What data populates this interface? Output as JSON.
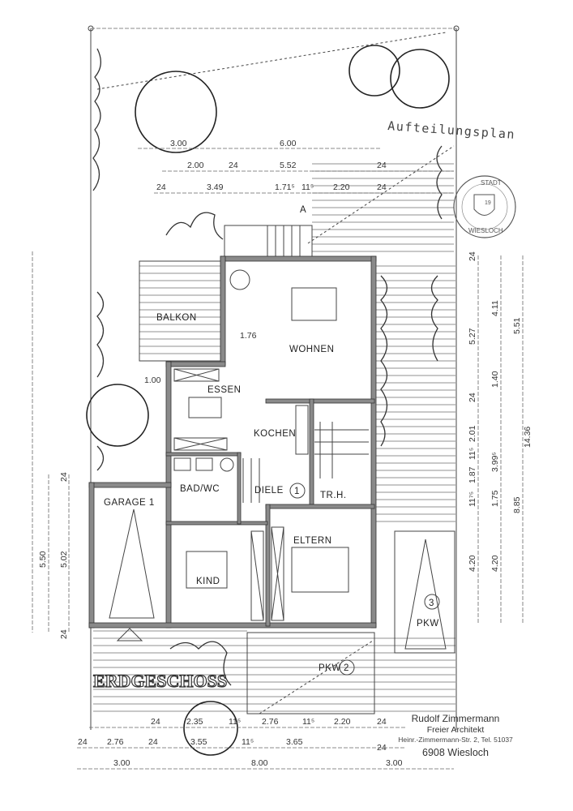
{
  "title": "Aufteilungsplan",
  "floor_label": "ERDGESCHOSS",
  "stamp": {
    "top": "STADT",
    "bottom": "WIESLOCH",
    "number": "19"
  },
  "rooms": {
    "balkon": "BALKON",
    "wohnen": "WOHNEN",
    "essen": "ESSEN",
    "kochen": "KOCHEN",
    "bad": "BAD/WC",
    "diele": "DIELE",
    "treppenhaus": "TR.H.",
    "garage": "GARAGE 1",
    "eltern": "ELTERN",
    "kind": "KIND",
    "pkw3": "PKW",
    "pkw3_num": "3",
    "pkw2": "PKW",
    "pkw2_num": "2",
    "unit_num": "1",
    "section_mark": "A"
  },
  "architect": {
    "name": "Rudolf Zimmermann",
    "role": "Freier Architekt",
    "address": "Heinr.-Zimmermann-Str. 2, Tel. 51037",
    "city": "6908 Wiesloch"
  },
  "dims": {
    "top": [
      "3.00",
      "6.00",
      "2.00",
      "24",
      "5.52",
      "24",
      "24",
      "3.49",
      "1.71⁵",
      "11⁵",
      "2.20",
      "24"
    ],
    "right": [
      "24",
      "5.27",
      "4.11",
      "5.51",
      "1.40",
      "24",
      "2.01",
      "11⁵",
      "3.99⁵",
      "1.87",
      "11⁷⁵",
      "1.75",
      "8.85",
      "4.20",
      "4.20",
      "14.36"
    ],
    "left": [
      "24",
      "5.50",
      "5.02",
      "24",
      "1.00",
      "1.76"
    ],
    "bottom": [
      "24",
      "2.35",
      "11⁵",
      "2.76",
      "11⁵",
      "2.20",
      "24",
      "24",
      "2.76",
      "24",
      "3.55",
      "11⁵",
      "3.65",
      "24",
      "3.00",
      "8.00",
      "3.00"
    ]
  }
}
